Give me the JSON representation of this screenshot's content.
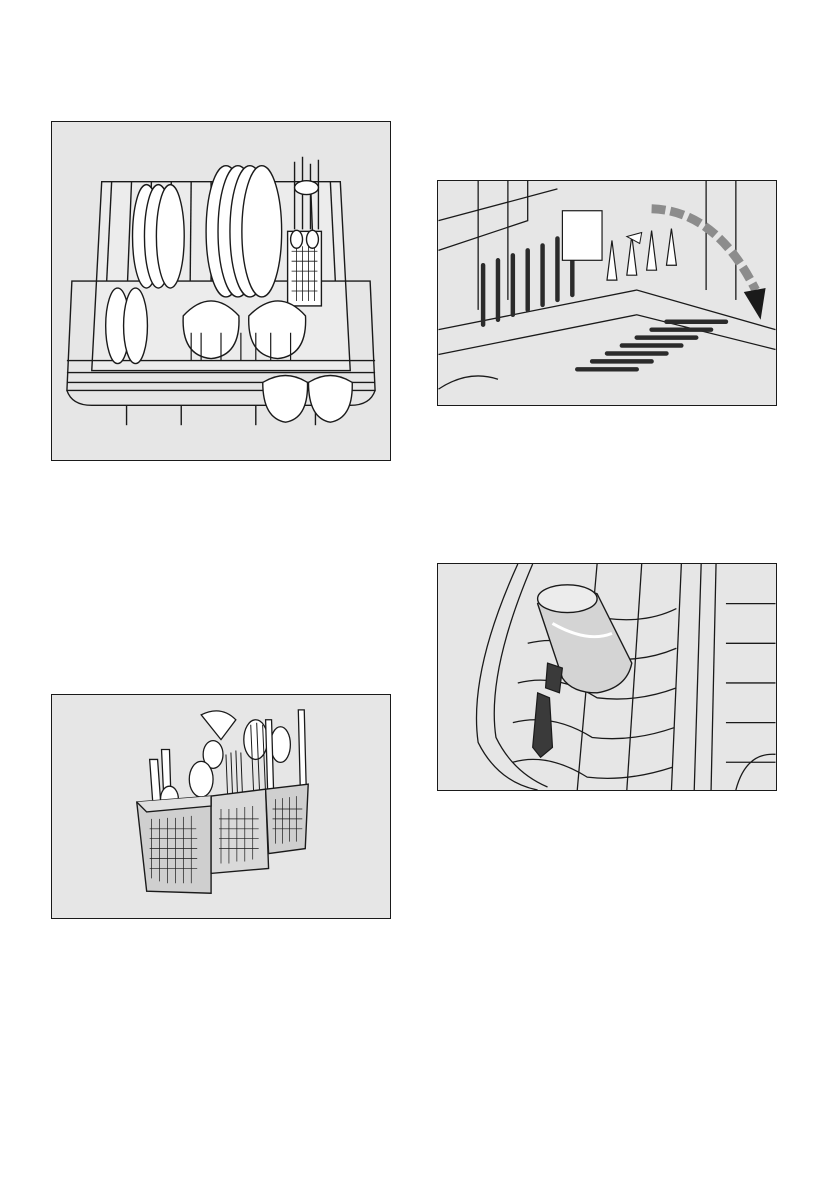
{
  "figures": [
    {
      "id": "lower-basket-loaded",
      "fill": "#e6e6e6"
    },
    {
      "id": "fold-down-tines",
      "fill": "#e6e6e6"
    },
    {
      "id": "glass-holder",
      "fill": "#e6e6e6"
    },
    {
      "id": "cutlery-basket",
      "fill": "#e6e6e6"
    }
  ],
  "colors": {
    "panel": "#e6e6e6",
    "line": "#1a1a1a",
    "white": "#ffffff",
    "dark": "#2b2b2b"
  }
}
